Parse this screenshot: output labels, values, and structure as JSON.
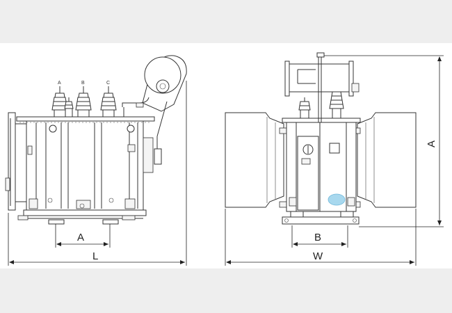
{
  "colors": {
    "background": "#eeeeee",
    "sheet": "#ffffff",
    "line": "#333333",
    "accent": "#a8d8ee"
  },
  "front_view": {
    "phases": [
      "A",
      "B",
      "C"
    ],
    "dimension_width": "L",
    "dimension_base": "A"
  },
  "side_view": {
    "dimension_width": "W",
    "dimension_base": "B",
    "dimension_height": "A"
  }
}
